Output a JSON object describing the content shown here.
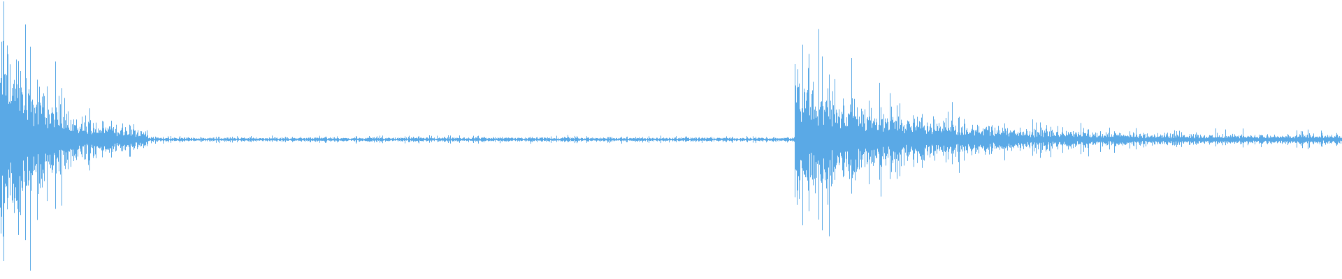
{
  "waveform": {
    "color": "#5aa9e6",
    "background": "#ffffff",
    "segments": [
      {
        "label": "first-hit",
        "onset_fraction": 0.0,
        "peak_amplitude": 0.62,
        "decay_amplitude": 0.03,
        "decay_end_fraction": 0.11
      },
      {
        "label": "second-hit",
        "onset_fraction": 0.592,
        "peak_amplitude": 0.36,
        "decay_amplitude": 0.05,
        "decay_end_fraction": 1.0
      }
    ],
    "silence_amplitude": 0.012,
    "sustain_amplitude": 0.025
  }
}
